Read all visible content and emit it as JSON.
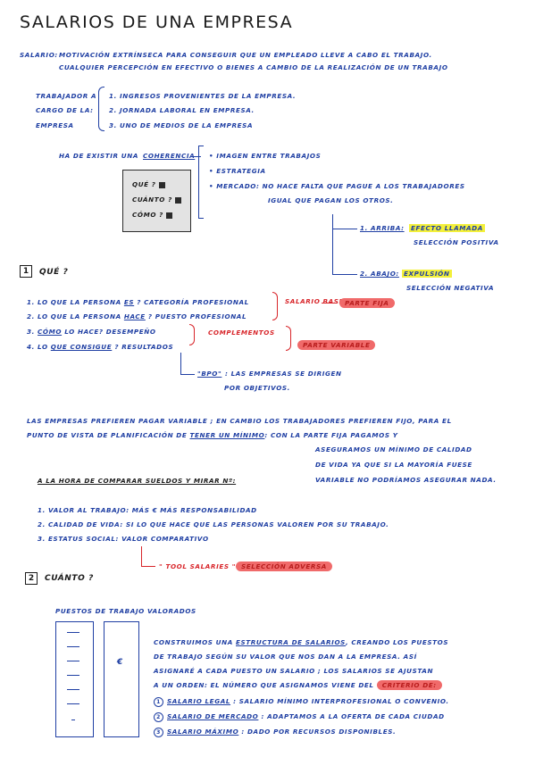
{
  "title": "SALARIOS DE UNA EMPRESA",
  "salario": {
    "label": "SALARIO:",
    "line1": "MOTIVACIÓN EXTRÍNSECA PARA CONSEGUIR QUE UN EMPLEADO LLEVE A CABO EL TRABAJO.",
    "line2": "CUALQUIER PERCEPCIÓN EN EFECTIVO O BIENES A CAMBIO DE LA REALIZACIÓN DE UN TRABAJO"
  },
  "trabajador": {
    "label": [
      "TRABAJADOR A",
      "CARGO DE LA:",
      "EMPRESA"
    ],
    "items": [
      "1. INGRESOS PROVENIENTES DE LA EMPRESA.",
      "2. JORNADA LABORAL EN EMPRESA.",
      "3. UNO DE MEDIOS DE LA EMPRESA"
    ]
  },
  "coherencia": {
    "text": "HA DE EXISTIR UNA",
    "word": "COHERENCIA",
    "bullets": [
      "IMAGEN ENTRE TRABAJOS",
      "ESTRATEGIA",
      "MERCADO: NO HACE FALTA QUE PAGUE A LOS TRABAJADORES"
    ],
    "bullet3b": "IGUAL QUE PAGAN LOS OTROS.",
    "box": [
      "QUÉ ?",
      "CUÁNTO ?",
      "CÓMO ?"
    ]
  },
  "efectos": {
    "arriba": "1. ARRIBA:",
    "arriba_hl": "EFECTO LLAMADA",
    "arriba_sub": "SELECCIÓN POSITIVA",
    "abajo": "2. ABAJO:",
    "abajo_hl": "EXPULSIÓN",
    "abajo_sub": "SELECCIÓN NEGATIVA"
  },
  "que": {
    "num": "1",
    "heading": "QUÉ ?",
    "items": [
      {
        "a": "1. LO QUE LA PERSONA",
        "u": "ES",
        "b": "? CATEGORÍA PROFESIONAL"
      },
      {
        "a": "2. LO QUE LA PERSONA",
        "u": "HACE",
        "b": "? PUESTO PROFESIONAL"
      },
      {
        "a": "3.",
        "u": "CÓMO",
        "b": "LO HACE? DESEMPEÑO"
      },
      {
        "a": "4. LO",
        "u": "QUE CONSIGUE",
        "b": "? RESULTADOS"
      }
    ],
    "salario_base": "SALARIO BASE",
    "parte_fija": "PARTE FIJA",
    "complementos": "COMPLEMENTOS",
    "parte_variable": "PARTE VARIABLE",
    "bpo_a": "\"BPO\"",
    "bpo_b": ": LAS EMPRESAS SE DIRIGEN",
    "bpo_c": "POR OBJETIVOS."
  },
  "parrafo": {
    "l1": "LAS EMPRESAS PREFIEREN PAGAR VARIABLE ; EN CAMBIO LOS TRABAJADORES PREFIEREN FIJO, PARA EL",
    "l2a": "PUNTO DE VISTA DE PLANIFICACIÓN DE",
    "l2u": "TENER UN MÍNIMO",
    "l2b": ": CON LA PARTE FIJA PAGAMOS Y",
    "l3": "ASEGURAMOS UN MÍNIMO DE CALIDAD",
    "l4": "DE VIDA YA QUE SI LA MAYORÍA FUESE",
    "l5": "VARIABLE NO PODRÍAMOS ASEGURAR NADA."
  },
  "comparar": {
    "heading": "A LA HORA DE COMPARAR SUELDOS Y MIRAR Nº:",
    "items": [
      "1. VALOR AL TRABAJO: MÁS € MÁS RESPONSABILIDAD",
      "2. CALIDAD DE VIDA: SI LO QUE HACE QUE LAS PERSONAS VALOREN POR SU TRABAJO.",
      "3. ESTATUS SOCIAL: VALOR COMPARATIVO"
    ],
    "tool_a": "\" TOOL SALARIES \" :",
    "tool_b": "SELECCIÓN ADVERSA"
  },
  "cuanto": {
    "num": "2",
    "heading": "CUÁNTO ?",
    "puestos": "PUESTOS DE TRABAJO VALORADOS",
    "euro": "€",
    "p1a": "CONSTRUIMOS UNA",
    "p1u": "ESTRUCTURA DE SALARIOS",
    "p1b": ", CREANDO LOS PUESTOS",
    "p2": "DE TRABAJO SEGÚN SU VALOR QUE NOS DAN A LA EMPRESA. ASÍ",
    "p3": "ASIGNARÉ A CADA PUESTO UN SALARIO ; LOS SALARIOS SE AJUSTAN",
    "p4a": "A UN ORDEN: EL NÚMERO QUE ASIGNAMOS VIENE DEL",
    "p4hl": "CRITERIO DE:",
    "criterios": [
      {
        "n": "1",
        "u": "SALARIO LEGAL",
        "t": ": SALARIO MÍNIMO INTERPROFESIONAL O CONVENIO."
      },
      {
        "n": "2",
        "u": "SALARIO DE MERCADO",
        "t": ": ADAPTAMOS A LA OFERTA DE CADA CIUDAD"
      },
      {
        "n": "3",
        "u": "SALARIO MÁXIMO",
        "t": ": DADO POR RECURSOS DISPONIBLES."
      }
    ]
  },
  "colors": {
    "ink": "#1f3fa3",
    "red": "#d8252a",
    "yellow": "#f3f03a",
    "box": "#e3e3e3"
  }
}
